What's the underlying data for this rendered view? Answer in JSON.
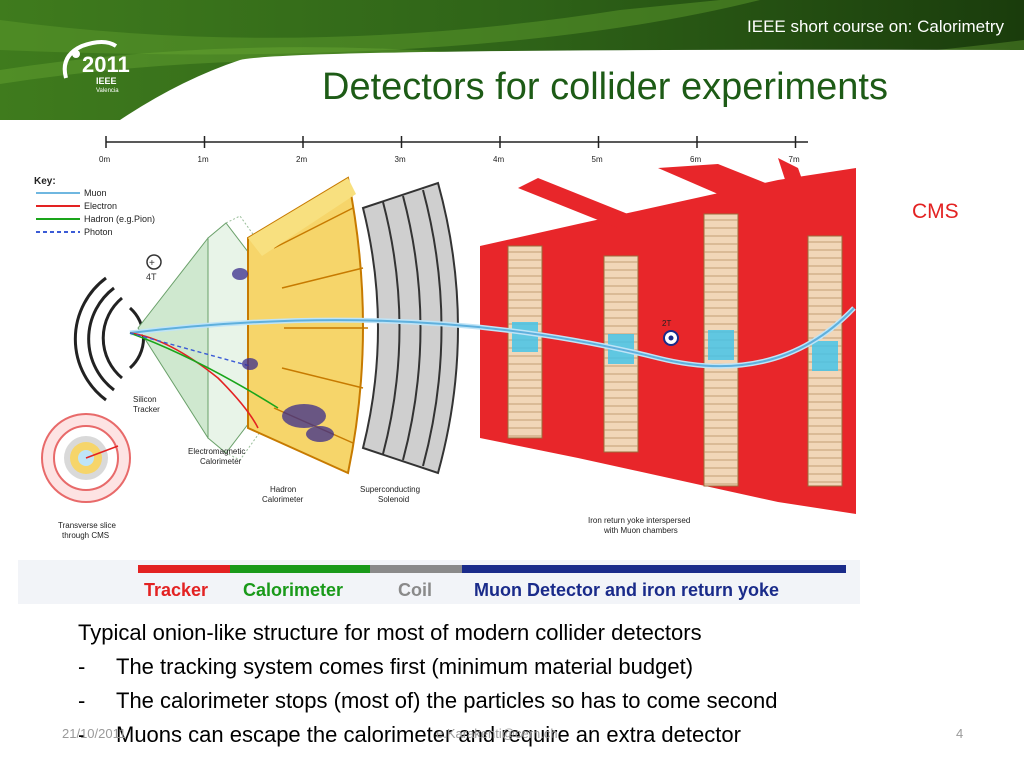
{
  "header": {
    "course_title": "IEEE short course on: Calorimetry",
    "logo_text": "2011 IEEE Valencia"
  },
  "slide": {
    "title": "Detectors for collider experiments",
    "side_label": "CMS"
  },
  "figure": {
    "scale_labels": [
      "0m",
      "1m",
      "2m",
      "3m",
      "4m",
      "5m",
      "6m",
      "7m"
    ],
    "key_title": "Key:",
    "key_items": [
      {
        "label": "Muon",
        "color": "#6fb7e0"
      },
      {
        "label": "Electron",
        "color": "#e32222"
      },
      {
        "label": "Hadron (e.g.Pion)",
        "color": "#1aa51a"
      },
      {
        "label": "Photon",
        "color": "#3b5bd6"
      }
    ],
    "field_inner": "4T",
    "field_outer": "2T",
    "labels": {
      "silicon_tracker": [
        "Silicon",
        "Tracker"
      ],
      "ecal": [
        "Electromagnetic",
        "Calorimeter"
      ],
      "hcal": [
        "Hadron",
        "Calorimeter"
      ],
      "solenoid": [
        "Superconducting",
        "Solenoid"
      ],
      "yoke": [
        "Iron return yoke interspersed",
        "with Muon chambers"
      ],
      "transverse": [
        "Transverse slice",
        "through CMS"
      ]
    },
    "legend": [
      {
        "label": "Tracker",
        "color": "#e32222"
      },
      {
        "label": "Calorimeter",
        "color": "#1a9a1a"
      },
      {
        "label": "Coil",
        "color": "#8a8a8a"
      },
      {
        "label": "Muon Detector and iron return yoke",
        "color": "#1a2b8a"
      }
    ]
  },
  "bullets": {
    "intro": "Typical onion-like structure for most of modern collider detectors",
    "items": [
      "The tracking system comes first (minimum material budget)",
      "The calorimeter stops (most of) the particles so has to come second",
      "Muons can escape the calorimeter and require an extra detector"
    ],
    "dash": "-"
  },
  "footer": {
    "date": "21/10/2011",
    "author": "e.Karakenti@cern.ch",
    "page": "4"
  },
  "colors": {
    "title_green": "#1d5b16",
    "accent_red": "#e32222",
    "calorimeter_yellow": "#f4c842",
    "yoke_red": "#e8262a"
  }
}
